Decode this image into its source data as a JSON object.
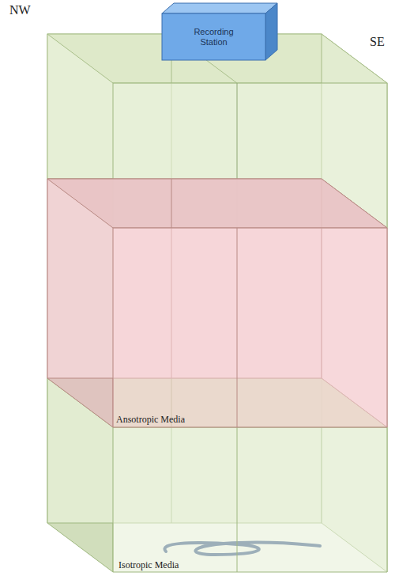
{
  "diagram": {
    "nodes": [
      {
        "text": [
          "Recording Station"
        ]
      },
      {
        "text": [
          "Ansotropic Media"
        ]
      },
      {
        "text": [
          "Isotropic Media"
        ]
      }
    ],
    "labels": [
      "NW",
      "SE"
    ]
  }
}
